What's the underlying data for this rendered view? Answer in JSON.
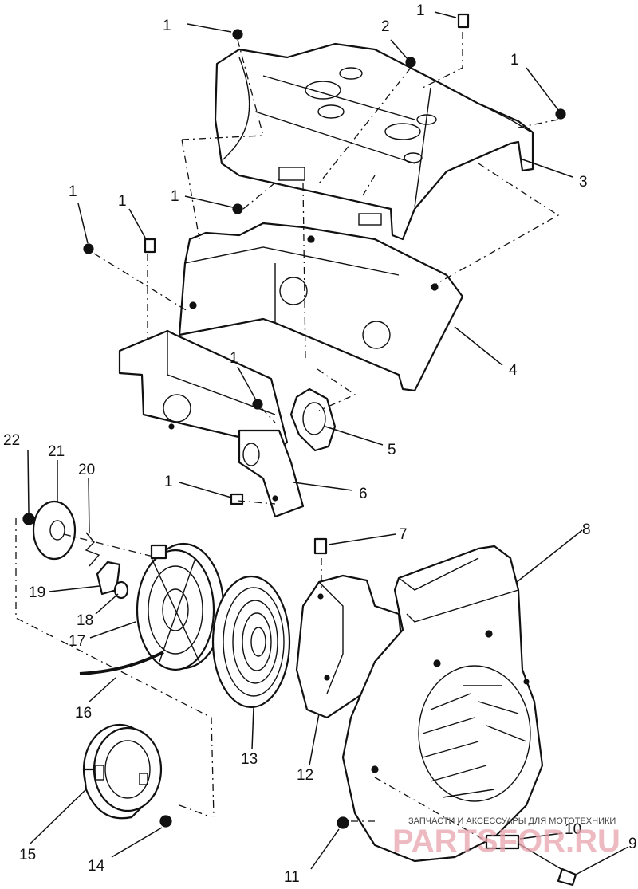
{
  "diagram": {
    "callouts": [
      {
        "id": "c1a",
        "text": "1"
      },
      {
        "id": "c1b",
        "text": "1"
      },
      {
        "id": "c2",
        "text": "2"
      },
      {
        "id": "c1c",
        "text": "1"
      },
      {
        "id": "c3",
        "text": "3"
      },
      {
        "id": "c1d",
        "text": "1"
      },
      {
        "id": "c1e",
        "text": "1"
      },
      {
        "id": "c1f",
        "text": "1"
      },
      {
        "id": "c4",
        "text": "4"
      },
      {
        "id": "c1g",
        "text": "1"
      },
      {
        "id": "c5",
        "text": "5"
      },
      {
        "id": "c22",
        "text": "22"
      },
      {
        "id": "c21",
        "text": "21"
      },
      {
        "id": "c20",
        "text": "20"
      },
      {
        "id": "c1h",
        "text": "1"
      },
      {
        "id": "c6",
        "text": "6"
      },
      {
        "id": "c7",
        "text": "7"
      },
      {
        "id": "c8",
        "text": "8"
      },
      {
        "id": "c19",
        "text": "19"
      },
      {
        "id": "c18",
        "text": "18"
      },
      {
        "id": "c17",
        "text": "17"
      },
      {
        "id": "c16",
        "text": "16"
      },
      {
        "id": "c13",
        "text": "13"
      },
      {
        "id": "c12",
        "text": "12"
      },
      {
        "id": "c15",
        "text": "15"
      },
      {
        "id": "c14",
        "text": "14"
      },
      {
        "id": "c10",
        "text": "10"
      },
      {
        "id": "c9",
        "text": "9"
      },
      {
        "id": "c11",
        "text": "11"
      }
    ]
  },
  "watermark": {
    "caption": "ЗАПЧАСТИ И АКСЕССУАРЫ ДЛЯ МОТОТЕХНИКИ",
    "brand": "PARTSFOR.RU"
  }
}
